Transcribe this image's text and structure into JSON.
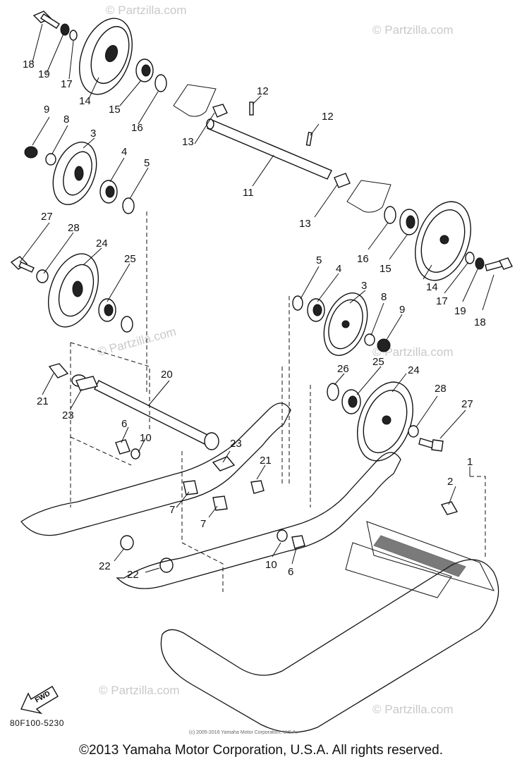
{
  "diagram": {
    "callouts": {
      "c18a": "18",
      "c19a": "19",
      "c17a": "17",
      "c14a": "14",
      "c15a": "15",
      "c16a": "16",
      "c9a": "9",
      "c8a": "8",
      "c3a": "3",
      "c4a": "4",
      "c5a": "5",
      "c12a": "12",
      "c12b": "12",
      "c13a": "13",
      "c13b": "13",
      "c11": "11",
      "c27a": "27",
      "c28a": "28",
      "c24a": "24",
      "c25a": "25",
      "c16b": "16",
      "c15b": "15",
      "c14b": "14",
      "c17b": "17",
      "c19b": "19",
      "c18b": "18",
      "c5b": "5",
      "c4b": "4",
      "c3b": "3",
      "c8b": "8",
      "c9b": "9",
      "c26": "26",
      "c25b": "25",
      "c24b": "24",
      "c28b": "28",
      "c27b": "27",
      "c20": "20",
      "c21a": "21",
      "c23a": "23",
      "c6a": "6",
      "c10a": "10",
      "c23b": "23",
      "c21b": "21",
      "c2": "2",
      "c1": "1",
      "c7a": "7",
      "c7b": "7",
      "c22a": "22",
      "c22b": "22",
      "c10b": "10",
      "c6b": "6"
    },
    "fwd_label": "FWD",
    "watermark": "© Partzilla.com",
    "drawing_code": "80F100-5230",
    "small_copyright": "(c) 2005-2016 Yamaha Motor Corporation, U.S.A.",
    "footer_copyright": "©2013 Yamaha Motor Corporation, U.S.A. All rights reserved."
  }
}
